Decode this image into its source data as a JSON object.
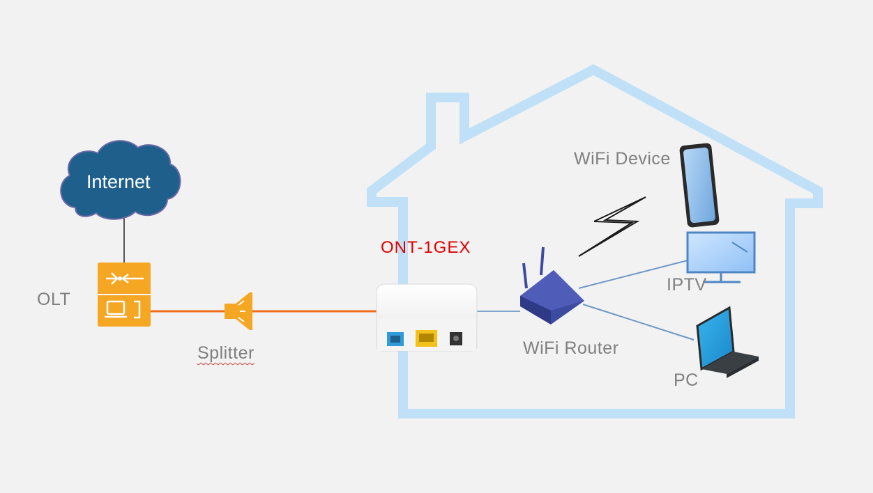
{
  "diagram": {
    "nodes": {
      "internet": {
        "label": "Internet",
        "icon": "cloud-icon",
        "color": "#1f5f8b"
      },
      "olt": {
        "label": "OLT",
        "icon": "olt-icon",
        "color": "#f5a623"
      },
      "splitter": {
        "label": "Splitter",
        "icon": "splitter-icon",
        "color": "#f5a623"
      },
      "ont": {
        "label": "ONT-1GEX",
        "icon": "ont-device-icon",
        "label_color": "#e00000"
      },
      "router": {
        "label": "WiFi Router",
        "icon": "router-icon",
        "color": "#3c4aa0"
      },
      "wifi_device": {
        "label": "WiFi Device",
        "icon": "smartphone-icon"
      },
      "iptv": {
        "label": "IPTV",
        "icon": "tv-monitor-icon"
      },
      "pc": {
        "label": "PC",
        "icon": "laptop-icon"
      }
    },
    "links": [
      {
        "from": "internet",
        "to": "olt",
        "type": "cable"
      },
      {
        "from": "olt",
        "to": "splitter",
        "type": "fiber",
        "color": "#ef6c1a"
      },
      {
        "from": "splitter",
        "to": "ont",
        "type": "fiber",
        "color": "#ef6c1a"
      },
      {
        "from": "ont",
        "to": "router",
        "type": "ethernet"
      },
      {
        "from": "router",
        "to": "iptv",
        "type": "ethernet"
      },
      {
        "from": "router",
        "to": "pc",
        "type": "ethernet"
      },
      {
        "from": "router",
        "to": "wifi_device",
        "type": "wireless",
        "icon": "lightning-bolt-icon"
      }
    ],
    "house": {
      "icon": "house-outline-icon",
      "color": "#bfe0f7"
    }
  }
}
